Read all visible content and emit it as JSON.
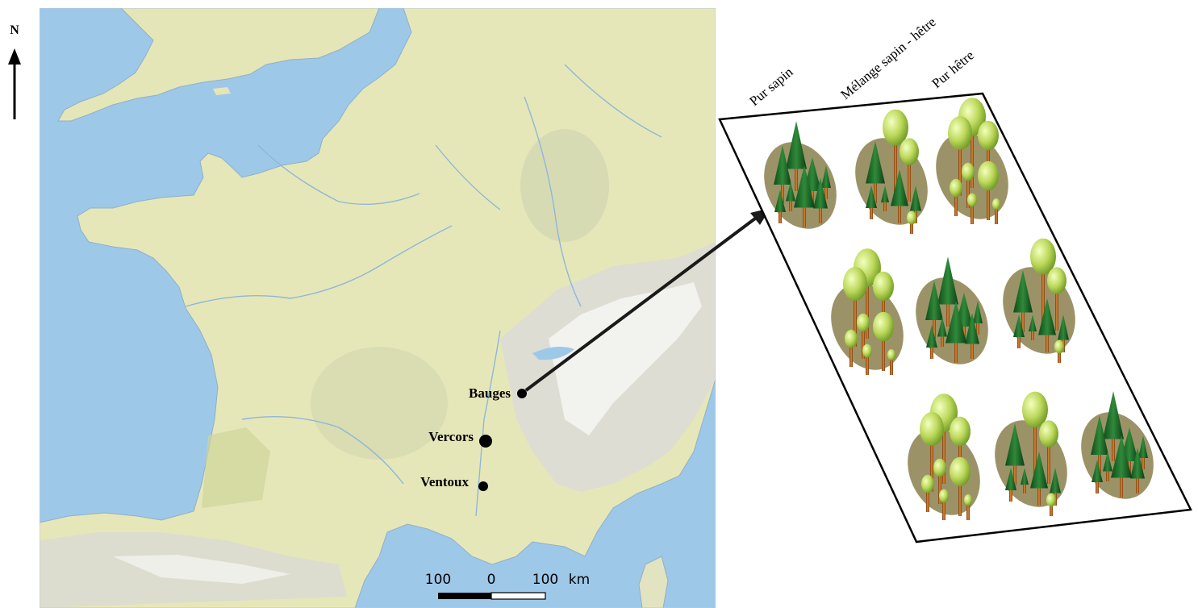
{
  "north": {
    "label": "N"
  },
  "sites": [
    {
      "name": "Bauges"
    },
    {
      "name": "Vercors"
    },
    {
      "name": "Ventoux"
    }
  ],
  "scale_bar": {
    "left_value": "100",
    "mid_value": "0",
    "right_value": "100",
    "unit": "km"
  },
  "columns": [
    {
      "label": "Pur sapin"
    },
    {
      "label": "Mélange sapin - hêtre"
    },
    {
      "label": "Pur hêtre"
    }
  ],
  "plots": [
    {
      "row": 0,
      "col": 0,
      "composition": "fir"
    },
    {
      "row": 0,
      "col": 1,
      "composition": "mixed"
    },
    {
      "row": 0,
      "col": 2,
      "composition": "beech"
    },
    {
      "row": 1,
      "col": 0,
      "composition": "beech"
    },
    {
      "row": 1,
      "col": 1,
      "composition": "fir"
    },
    {
      "row": 1,
      "col": 2,
      "composition": "mixed"
    },
    {
      "row": 2,
      "col": 0,
      "composition": "beech"
    },
    {
      "row": 2,
      "col": 1,
      "composition": "mixed"
    },
    {
      "row": 2,
      "col": 2,
      "composition": "fir"
    }
  ],
  "colors": {
    "sea": "#9ec8e8",
    "land": "#e6e7b9",
    "mountain": "#d6d8c8",
    "ground": "#9b9367",
    "fir": "#1f6b2a",
    "beech": "#b9d65a",
    "trunk": "#b5641f"
  }
}
